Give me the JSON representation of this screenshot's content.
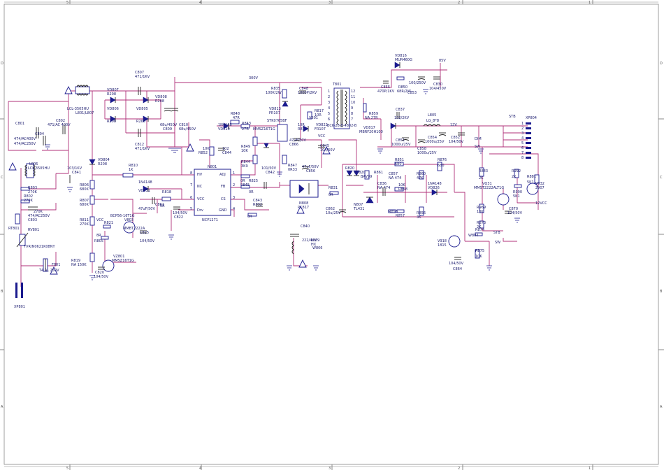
{
  "frame": {
    "cols_top": [
      "5",
      "4",
      "3",
      "2",
      "1"
    ],
    "rows_left": [
      "D",
      "C",
      "B",
      "A"
    ]
  },
  "ic": {
    "n801": {
      "ref": "N801",
      "part": "NCP1271",
      "pins_left": [
        "HV",
        "NC",
        "VCC",
        "Drv"
      ],
      "pins_right": [
        "ADJ",
        "FB",
        "CS",
        "GND"
      ],
      "pin_nums_left": [
        "8",
        "7",
        "6",
        "5"
      ],
      "pin_nums_right": [
        "1",
        "2",
        "3",
        "4"
      ]
    }
  },
  "transformer": {
    "ref": "T801",
    "part": "BCK-28-E-4802-B",
    "left_pins": [
      "1",
      "2",
      "3",
      "4",
      "5",
      "6"
    ],
    "right_pins": [
      "12",
      "11",
      "10",
      "9",
      "8",
      "7"
    ]
  },
  "voltages": {
    "v300": "300V",
    "v85": "85V",
    "v12": "12V",
    "vcc": "VCC",
    "vcc2": "VCC",
    "vcc3": "VCC"
  },
  "signals": {
    "stb": "STB",
    "dim": "DIM",
    "sw": "SW",
    "stb2": "STB",
    "sw2": "SW",
    "v12vcc": "12VCC"
  },
  "connectors": {
    "xp804": {
      "ref": "XP804",
      "pins": [
        "1",
        "2",
        "3",
        "4",
        "5",
        "6",
        "7",
        "8"
      ]
    },
    "xp801": {
      "ref": "XP801"
    }
  },
  "labels": [
    {
      "id": "l1",
      "text": "LCL-3505HU"
    },
    {
      "id": "l2",
      "text": "L801/L807"
    },
    {
      "id": "l3",
      "text": "C801"
    },
    {
      "id": "l4",
      "text": "474/AC400V"
    },
    {
      "id": "l5",
      "text": "C804"
    },
    {
      "id": "l6",
      "text": "474/AC250V"
    },
    {
      "id": "l7",
      "text": "C802"
    },
    {
      "id": "l8",
      "text": "471/AC 400V"
    },
    {
      "id": "l9",
      "text": "VD807"
    },
    {
      "id": "l10",
      "text": "R208"
    },
    {
      "id": "l11",
      "text": "VD808"
    },
    {
      "id": "l12",
      "text": "R208"
    },
    {
      "id": "l13",
      "text": "VD806"
    },
    {
      "id": "l14",
      "text": "R208"
    },
    {
      "id": "l15",
      "text": "VD805"
    },
    {
      "id": "l16",
      "text": "R208"
    },
    {
      "id": "l17",
      "text": "C807"
    },
    {
      "id": "l18",
      "text": "471/1KV"
    },
    {
      "id": "l19",
      "text": "C812"
    },
    {
      "id": "l20",
      "text": "471/1KV"
    },
    {
      "id": "l21",
      "text": "68u/450V"
    },
    {
      "id": "l22",
      "text": "C809"
    },
    {
      "id": "l23",
      "text": "C810"
    },
    {
      "id": "l24",
      "text": "68u/450V"
    },
    {
      "id": "l25",
      "text": "L806"
    },
    {
      "id": "l26",
      "text": "LCL-3505HU"
    },
    {
      "id": "l27",
      "text": "VD804"
    },
    {
      "id": "l28",
      "text": "R208"
    },
    {
      "id": "l29",
      "text": "103/1KV"
    },
    {
      "id": "l30",
      "text": "C841"
    },
    {
      "id": "l31",
      "text": "R806"
    },
    {
      "id": "l32",
      "text": "680K"
    },
    {
      "id": "l33",
      "text": "R807"
    },
    {
      "id": "l34",
      "text": "680K"
    },
    {
      "id": "l35",
      "text": "R811"
    },
    {
      "id": "l36",
      "text": "270K"
    },
    {
      "id": "l37",
      "text": "R803"
    },
    {
      "id": "l38",
      "text": "270K"
    },
    {
      "id": "l39",
      "text": "R802"
    },
    {
      "id": "l40",
      "text": "270K"
    },
    {
      "id": "l41",
      "text": "270K"
    },
    {
      "id": "l42",
      "text": "474/AC250V"
    },
    {
      "id": "l43",
      "text": "C803"
    },
    {
      "id": "l44",
      "text": "RV801"
    },
    {
      "id": "l45",
      "text": "TVR/N0621K08NY"
    },
    {
      "id": "l46",
      "text": "F801"
    },
    {
      "id": "l47",
      "text": "T4 AL 250V"
    },
    {
      "id": "l48",
      "text": "RT801"
    },
    {
      "id": "l49",
      "text": "R810"
    },
    {
      "id": "l50",
      "text": "1K"
    },
    {
      "id": "l51",
      "text": "1N4148"
    },
    {
      "id": "l52",
      "text": "VD831"
    },
    {
      "id": "l53",
      "text": "C861"
    },
    {
      "id": "l54",
      "text": "47uF/50V"
    },
    {
      "id": "l55",
      "text": "R818"
    },
    {
      "id": "l56",
      "text": "0R"
    },
    {
      "id": "l57",
      "text": "104/50V"
    },
    {
      "id": "l58",
      "text": "C822"
    },
    {
      "id": "l59",
      "text": "R821"
    },
    {
      "id": "l60",
      "text": "BCP56-16T1G"
    },
    {
      "id": "l61",
      "text": "V803"
    },
    {
      "id": "l62",
      "text": "MMBT2222A"
    },
    {
      "id": "l63",
      "text": "C825"
    },
    {
      "id": "l64",
      "text": "104/50V"
    },
    {
      "id": "l65",
      "text": "VZ801"
    },
    {
      "id": "l66",
      "text": "MMSZ16T1G"
    },
    {
      "id": "l67",
      "text": "R819"
    },
    {
      "id": "l68",
      "text": "NA 150K"
    },
    {
      "id": "l69",
      "text": "C820"
    },
    {
      "id": "l70",
      "text": "104/50V"
    },
    {
      "id": "l71",
      "text": "R848"
    },
    {
      "id": "l72",
      "text": "47R"
    },
    {
      "id": "l73",
      "text": "1N4148"
    },
    {
      "id": "l74",
      "text": "VD829"
    },
    {
      "id": "l75",
      "text": "R843"
    },
    {
      "id": "l76",
      "text": "27R"
    },
    {
      "id": "l77",
      "text": "MMSZ16T1G"
    },
    {
      "id": "l78",
      "text": "R849"
    },
    {
      "id": "l79",
      "text": "10K"
    },
    {
      "id": "l80",
      "text": "R844"
    },
    {
      "id": "l81",
      "text": "3K9"
    },
    {
      "id": "l82",
      "text": "10K"
    },
    {
      "id": "l83",
      "text": "R852"
    },
    {
      "id": "l84",
      "text": "102"
    },
    {
      "id": "l85",
      "text": "C844"
    },
    {
      "id": "l86",
      "text": "0R"
    },
    {
      "id": "l87",
      "text": "R845"
    },
    {
      "id": "l88",
      "text": "R825"
    },
    {
      "id": "l89",
      "text": "101/50V"
    },
    {
      "id": "l90",
      "text": "C842"
    },
    {
      "id": "l91",
      "text": "0R"
    },
    {
      "id": "l92",
      "text": "C843"
    },
    {
      "id": "l93",
      "text": "R832"
    },
    {
      "id": "l94",
      "text": "0R"
    },
    {
      "id": "l95",
      "text": "R835"
    },
    {
      "id": "l96",
      "text": "100K/2W"
    },
    {
      "id": "l97",
      "text": "C848"
    },
    {
      "id": "l98",
      "text": "1000P/2KV"
    },
    {
      "id": "l99",
      "text": "VD813"
    },
    {
      "id": "l100",
      "text": "FR107"
    },
    {
      "id": "l101",
      "text": "STK0765BF"
    },
    {
      "id": "l102",
      "text": "V801"
    },
    {
      "id": "l103",
      "text": "R817"
    },
    {
      "id": "l104",
      "text": "10R"
    },
    {
      "id": "l105",
      "text": "10R"
    },
    {
      "id": "l106",
      "text": "R813"
    },
    {
      "id": "l107",
      "text": "VD822"
    },
    {
      "id": "l108",
      "text": "FR107"
    },
    {
      "id": "l109",
      "text": "47uF/50V"
    },
    {
      "id": "l110",
      "text": "C866"
    },
    {
      "id": "l111",
      "text": "C845"
    },
    {
      "id": "l112",
      "text": "104/50V"
    },
    {
      "id": "l113",
      "text": "R847"
    },
    {
      "id": "l114",
      "text": "0R33"
    },
    {
      "id": "l115",
      "text": "47uF/50V"
    },
    {
      "id": "l116",
      "text": "C856"
    },
    {
      "id": "l117",
      "text": "N808"
    },
    {
      "id": "l118",
      "text": "PC817"
    },
    {
      "id": "l119",
      "text": "C840"
    },
    {
      "id": "l120",
      "text": "222/4KV"
    },
    {
      "id": "l121",
      "text": "L809"
    },
    {
      "id": "l122",
      "text": "HX"
    },
    {
      "id": "l123",
      "text": "W806"
    },
    {
      "id": "l124",
      "text": "VD816"
    },
    {
      "id": "l125",
      "text": "MUR460G"
    },
    {
      "id": "l126",
      "text": "C855"
    },
    {
      "id": "l127",
      "text": "470P/1KV"
    },
    {
      "id": "l128",
      "text": "R850"
    },
    {
      "id": "l129",
      "text": "68R/2W"
    },
    {
      "id": "l130",
      "text": "C853"
    },
    {
      "id": "l131",
      "text": "100/250V"
    },
    {
      "id": "l132",
      "text": "C830"
    },
    {
      "id": "l133",
      "text": "104/450V"
    },
    {
      "id": "l134",
      "text": "R859"
    },
    {
      "id": "l135",
      "text": "NA 27R"
    },
    {
      "id": "l136",
      "text": "C837"
    },
    {
      "id": "l137",
      "text": "102/2KV"
    },
    {
      "id": "l138",
      "text": "VD817"
    },
    {
      "id": "l139",
      "text": "MBRF20H100"
    },
    {
      "id": "l140",
      "text": "L805"
    },
    {
      "id": "l141",
      "text": "LG_8*8"
    },
    {
      "id": "l142",
      "text": "C851"
    },
    {
      "id": "l143",
      "text": "1000u/25V"
    },
    {
      "id": "l144",
      "text": "C854"
    },
    {
      "id": "l145",
      "text": "1000u/25V"
    },
    {
      "id": "l146",
      "text": "C858"
    },
    {
      "id": "l147",
      "text": "1000u/25V"
    },
    {
      "id": "l148",
      "text": "C852"
    },
    {
      "id": "l149",
      "text": "104/50V"
    },
    {
      "id": "l150",
      "text": "R851"
    },
    {
      "id": "l151",
      "text": "680"
    },
    {
      "id": "l152",
      "text": "R820"
    },
    {
      "id": "l153",
      "text": "VD820"
    },
    {
      "id": "l154",
      "text": "R861"
    },
    {
      "id": "l155",
      "text": "BAV99"
    },
    {
      "id": "l156",
      "text": "C857"
    },
    {
      "id": "l157",
      "text": "NA 474"
    },
    {
      "id": "l158",
      "text": "C836"
    },
    {
      "id": "l159",
      "text": "NA 474"
    },
    {
      "id": "l160",
      "text": "10K"
    },
    {
      "id": "l161",
      "text": "R858"
    },
    {
      "id": "l162",
      "text": "R860"
    },
    {
      "id": "l163",
      "text": "47K"
    },
    {
      "id": "l164",
      "text": "R876"
    },
    {
      "id": "l165",
      "text": "680"
    },
    {
      "id": "l166",
      "text": "1N4148"
    },
    {
      "id": "l167",
      "text": "VD826"
    },
    {
      "id": "l168",
      "text": "R831"
    },
    {
      "id": "l169",
      "text": "0R"
    },
    {
      "id": "l170",
      "text": "N807"
    },
    {
      "id": "l171",
      "text": "TL431"
    },
    {
      "id": "l172",
      "text": "C862"
    },
    {
      "id": "l173",
      "text": "10u/25V"
    },
    {
      "id": "l174",
      "text": "R856"
    },
    {
      "id": "l175",
      "text": "3K"
    },
    {
      "id": "l176",
      "text": "R853"
    },
    {
      "id": "l177",
      "text": "R857"
    },
    {
      "id": "l178",
      "text": "R883"
    },
    {
      "id": "l179",
      "text": "2K"
    },
    {
      "id": "l180",
      "text": "VQ31"
    },
    {
      "id": "l181",
      "text": "MMST2222ALT1G"
    },
    {
      "id": "l182",
      "text": "R969"
    },
    {
      "id": "l183",
      "text": "10K"
    },
    {
      "id": "l184",
      "text": "R873"
    },
    {
      "id": "l185",
      "text": "2K"
    },
    {
      "id": "l186",
      "text": "C870"
    },
    {
      "id": "l187",
      "text": "104/50V"
    },
    {
      "id": "l188",
      "text": "R992"
    },
    {
      "id": "l189",
      "text": "2K"
    },
    {
      "id": "l190",
      "text": "R881"
    },
    {
      "id": "l191",
      "text": "5K1"
    },
    {
      "id": "l192",
      "text": "R990"
    },
    {
      "id": "l193",
      "text": "5K1"
    },
    {
      "id": "l194",
      "text": "V932"
    },
    {
      "id": "l195",
      "text": "2907"
    },
    {
      "id": "l196",
      "text": "V918"
    },
    {
      "id": "l197",
      "text": "1815"
    },
    {
      "id": "l198",
      "text": "W804"
    },
    {
      "id": "l199",
      "text": "R874"
    },
    {
      "id": "l200",
      "text": "R875"
    },
    {
      "id": "l201",
      "text": "10K"
    },
    {
      "id": "l202",
      "text": "104/50V"
    },
    {
      "id": "l203",
      "text": "C864"
    },
    {
      "id": "l204",
      "text": "8R"
    },
    {
      "id": "l205",
      "text": "R805"
    }
  ]
}
